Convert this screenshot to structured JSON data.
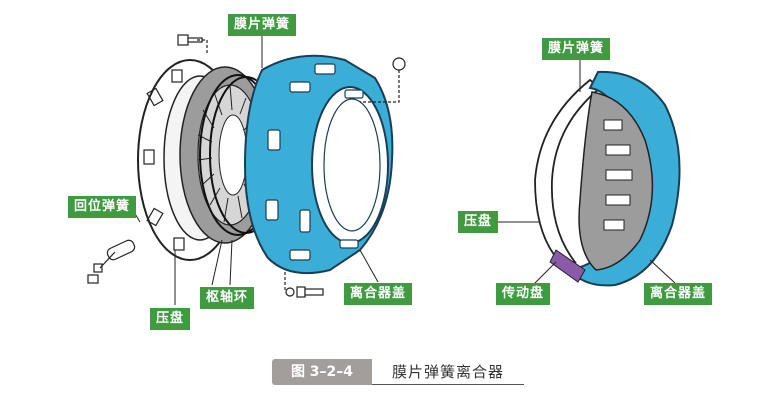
{
  "colors": {
    "label_bg": "#3f9a40",
    "cover_blue": "#3aaed6",
    "caption_box": "#a39e9c",
    "disc_gray": "#9c9c9c"
  },
  "labels": {
    "left": {
      "diaphragm_spring": "膜片弹簧",
      "return_spring": "回位弹簧",
      "pressure_plate": "压盘",
      "pivot_ring": "枢轴环",
      "clutch_cover": "离合器盖"
    },
    "right": {
      "diaphragm_spring": "膜片弹簧",
      "pressure_plate": "压盘",
      "drive_plate": "传动盘",
      "clutch_cover": "离合器盖"
    }
  },
  "caption": {
    "figure_number": "图 3–2–4",
    "title": "膜片弹簧离合器"
  }
}
